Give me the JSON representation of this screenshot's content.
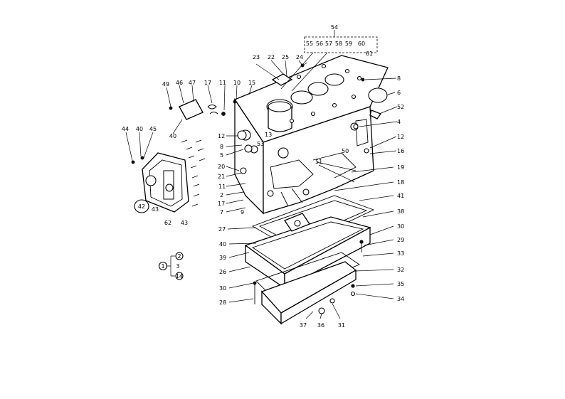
{
  "callouts": [
    {
      "id": "c54",
      "text": "54"
    },
    {
      "id": "c23",
      "text": "23"
    },
    {
      "id": "c22",
      "text": "22"
    },
    {
      "id": "c25",
      "text": "25"
    },
    {
      "id": "c24",
      "text": "24"
    },
    {
      "id": "c55",
      "text": "55"
    },
    {
      "id": "c56",
      "text": "56"
    },
    {
      "id": "c57",
      "text": "57"
    },
    {
      "id": "c58",
      "text": "58"
    },
    {
      "id": "c59",
      "text": "59"
    },
    {
      "id": "c60",
      "text": "60"
    },
    {
      "id": "c61",
      "text": "61"
    },
    {
      "id": "c8a",
      "text": "8"
    },
    {
      "id": "c6",
      "text": "6"
    },
    {
      "id": "c52",
      "text": "52"
    },
    {
      "id": "c4",
      "text": "4"
    },
    {
      "id": "c12b",
      "text": "12"
    },
    {
      "id": "c16",
      "text": "16"
    },
    {
      "id": "c19",
      "text": "19"
    },
    {
      "id": "c18",
      "text": "18"
    },
    {
      "id": "c41",
      "text": "41"
    },
    {
      "id": "c38",
      "text": "38"
    },
    {
      "id": "c30a",
      "text": "30"
    },
    {
      "id": "c29",
      "text": "29"
    },
    {
      "id": "c33",
      "text": "33"
    },
    {
      "id": "c32",
      "text": "32"
    },
    {
      "id": "c35",
      "text": "35"
    },
    {
      "id": "c34",
      "text": "34"
    },
    {
      "id": "c31",
      "text": "31"
    },
    {
      "id": "c36",
      "text": "36"
    },
    {
      "id": "c37",
      "text": "37"
    },
    {
      "id": "c28",
      "text": "28"
    },
    {
      "id": "c30b",
      "text": "30"
    },
    {
      "id": "c26",
      "text": "26"
    },
    {
      "id": "c39",
      "text": "39"
    },
    {
      "id": "c40b",
      "text": "40"
    },
    {
      "id": "c27",
      "text": "27"
    },
    {
      "id": "c7",
      "text": "7"
    },
    {
      "id": "c9",
      "text": "9"
    },
    {
      "id": "c17",
      "text": "17"
    },
    {
      "id": "c2",
      "text": "2"
    },
    {
      "id": "c11",
      "text": "11"
    },
    {
      "id": "c21",
      "text": "21"
    },
    {
      "id": "c20",
      "text": "20"
    },
    {
      "id": "c5",
      "text": "5"
    },
    {
      "id": "c8b",
      "text": "8"
    },
    {
      "id": "c12a",
      "text": "12"
    },
    {
      "id": "c53",
      "text": "53"
    },
    {
      "id": "c50",
      "text": "50"
    },
    {
      "id": "c51",
      "text": "51"
    },
    {
      "id": "c13",
      "text": "13"
    },
    {
      "id": "c17t",
      "text": "17"
    },
    {
      "id": "c11t",
      "text": "11"
    },
    {
      "id": "c10",
      "text": "10"
    },
    {
      "id": "c15",
      "text": "15"
    },
    {
      "id": "c49",
      "text": "49"
    },
    {
      "id": "c46",
      "text": "46"
    },
    {
      "id": "c47",
      "text": "47"
    },
    {
      "id": "c40a",
      "text": "40"
    },
    {
      "id": "c44",
      "text": "44"
    },
    {
      "id": "c40c",
      "text": "40"
    },
    {
      "id": "c45",
      "text": "45"
    },
    {
      "id": "c42",
      "text": "42"
    },
    {
      "id": "c43a",
      "text": "43"
    },
    {
      "id": "c62",
      "text": "62"
    },
    {
      "id": "c43b",
      "text": "43"
    },
    {
      "id": "c1",
      "text": "1"
    },
    {
      "id": "c2k",
      "text": "2"
    },
    {
      "id": "c3k",
      "text": "3"
    },
    {
      "id": "c14k",
      "text": "14"
    }
  ]
}
